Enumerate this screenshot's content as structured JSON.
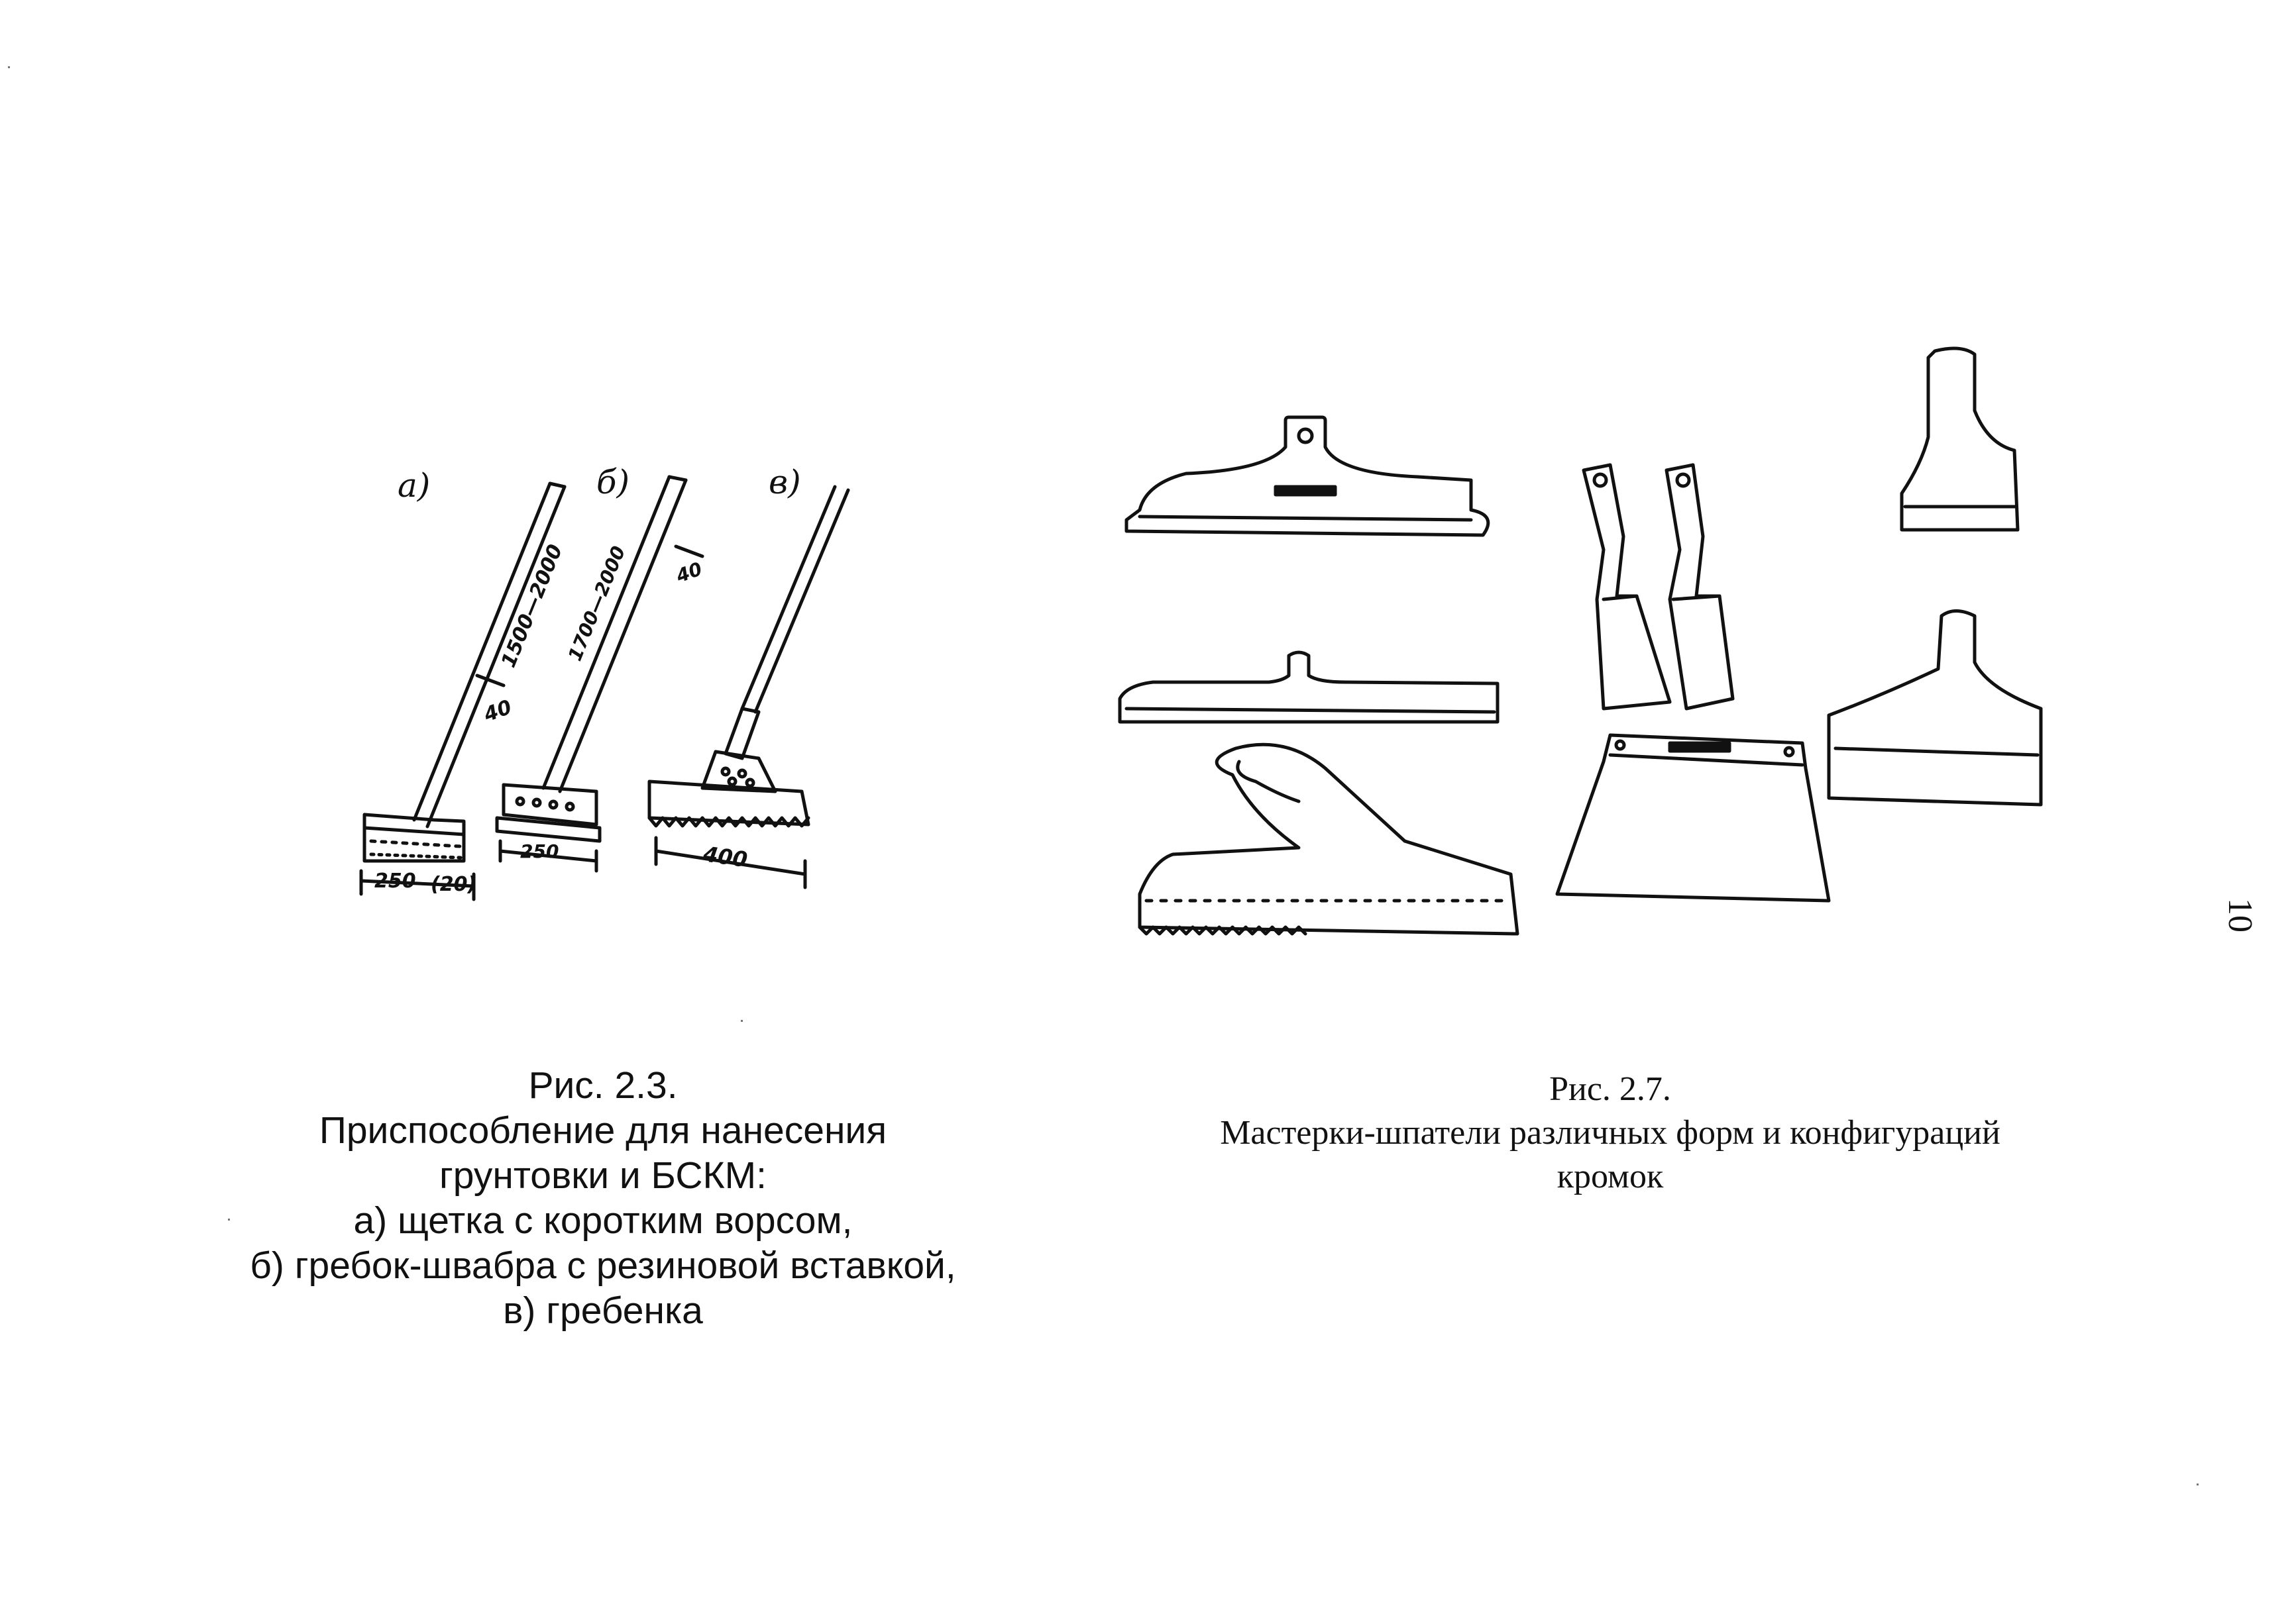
{
  "page_number": "10",
  "figure_left": {
    "labels": {
      "a": "а)",
      "b": "б)",
      "v": "в)"
    },
    "dimensions": {
      "a_length": "1500—2000",
      "a_diameter": "40",
      "a_width": "250",
      "a_bristle": "(20)",
      "b_length": "1700—2000",
      "b_diameter": "40",
      "b_width": "250",
      "v_width": "400"
    }
  },
  "caption_left": {
    "line1": "Рис. 2.3.",
    "line2": "Приспособление для нанесения",
    "line3": "грунтовки и БСКМ:",
    "line4": "а) щетка с коротким ворсом,",
    "line5": "б) гребок-швабра с резиновой вставкой,",
    "line6": "в) гребенка"
  },
  "caption_right": {
    "line1": "Рис. 2.7.",
    "line2": "Мастерки-шпатели различных форм и конфигураций",
    "line3": "кромок"
  }
}
